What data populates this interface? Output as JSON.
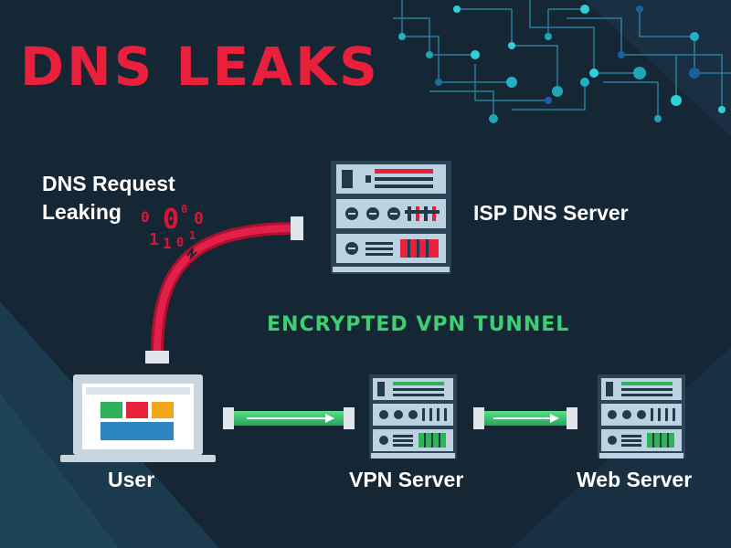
{
  "title": "DNS LEAKS",
  "labels": {
    "dns_request_line1": "DNS Request",
    "dns_request_line2": "Leaking",
    "isp_dns_server": "ISP DNS Server",
    "encrypted_tunnel": "ENCRYPTED VPN TUNNEL",
    "user": "User",
    "vpn_server": "VPN Server",
    "web_server": "Web Server"
  },
  "leak_bits": [
    "0",
    "0",
    "0",
    "0",
    "1",
    "1",
    "0",
    "1"
  ],
  "colors": {
    "background": "#152634",
    "title_red": "#e8203c",
    "tunnel_green": "#3fcf72",
    "leak_red": "#d8163a",
    "server_panel": "#bcd2e0",
    "circuit_teal": "#1fa7b8"
  },
  "icons": {
    "user": "laptop-icon",
    "servers": "server-rack-icon",
    "background": "circuit-board-pattern"
  }
}
